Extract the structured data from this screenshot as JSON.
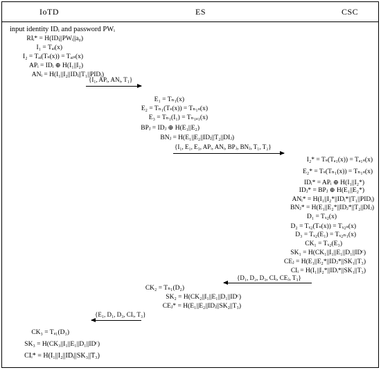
{
  "headers": {
    "iotd": "IoTD",
    "es": "ES",
    "csc": "CSC"
  },
  "iotd1": [
    "input identity IDᵢ and password PWᵢ",
    "RIᵢ* = H(IDᵢ||PWᵢ||a₀)",
    "I₁ = Tₐᵢ(x)",
    "I₂ = Tₐᵢ(Tₛ(x)) = Tₐᵢₛ(x)",
    "APᵢ = IDᵢ ⊕ H(I₁||I₂)",
    "ANᵢ = H(I₁||I₂||IDᵢ||T₁||PIDᵢ)"
  ],
  "msg1": "{I₁, APᵢ, ANᵢ, T₁}",
  "es1": [
    "E₁ = Tₙ₁(x)",
    "E₂ = Tₙ₁(Tₛ(x)) = Tₙ₁ₛ(x)",
    "E₃ = Tₙ₁(I₁) = Tₙ₁ₐ₁(x)",
    "BPⱼ = IDⱼ ⊕ H(E₁||E₂)",
    "BNⱼ = H(E₁||E₂||IDⱼ||T₂||DIⱼ)"
  ],
  "msg2": "{I₁, E₁, E₃, APᵢ, ANᵢ, BPⱼ, BNⱼ, T₁, T₂}",
  "csc": [
    "I₂* = Tₛ(Tₐ₁(x)) = Tₐ₁ₛ(x)",
    "E₂* = Tₛ(Tₙ₁(x)) = Tₙ₁ₛ(x)",
    "IDᵢ* = APᵢ ⊕ H(I₁||I₂*)",
    "IDⱼ* = BPⱼ ⊕ H(E₁||E₂*)",
    "ANᵢ* = H(I₁||I₂*||IDᵢ*||T₁||PIDᵢ)",
    "BNⱼ* = H(E₁||E₂*||IDⱼ*||T₂||DIⱼ)",
    "D₁ = Tₓ₂(x)",
    "D₂ = Tₓ₂(Tₛ(x)) = Tₓ₂ₛ(x)",
    "D₃ = Tₓ₂(E₁) = Tₓ₂ₙ₁(x)",
    "CK₁ = Tₓ₂(E₃)",
    "SK₁ = H(CK₁||I₁||E₁||D₁||IDᶜ)",
    "CEⱼ = H(E₁||E₂*||IDⱼ*||SK₁||T₃)",
    "CIᵢ = H(I₁||I₂*||IDᵢ*||SK₁||T₃)"
  ],
  "msg3": "{D₁, D₂, D₃, CIᵢ, CEⱼ, T₃}",
  "es2": [
    "CK₂ = Tₙ₁(D₂)",
    "SK₂ = H(CK₂||I₁||E₁||D₁||IDᶜ)",
    "CEⱼ* = H(E₁||E₂||IDⱼ||SK₂||T₃)"
  ],
  "msg4": "{E₁, D₁, D₃, CIᵢ, T₃}",
  "iotd2": [
    "CK₃ = Tₐ₁(D₃)",
    "SK₃ = H(CK₃||I₁||E₁||D₁||IDᶜ)",
    "CIᵢ* = H(I₁||I₂||IDᵢ||SK₃||T₃)"
  ]
}
